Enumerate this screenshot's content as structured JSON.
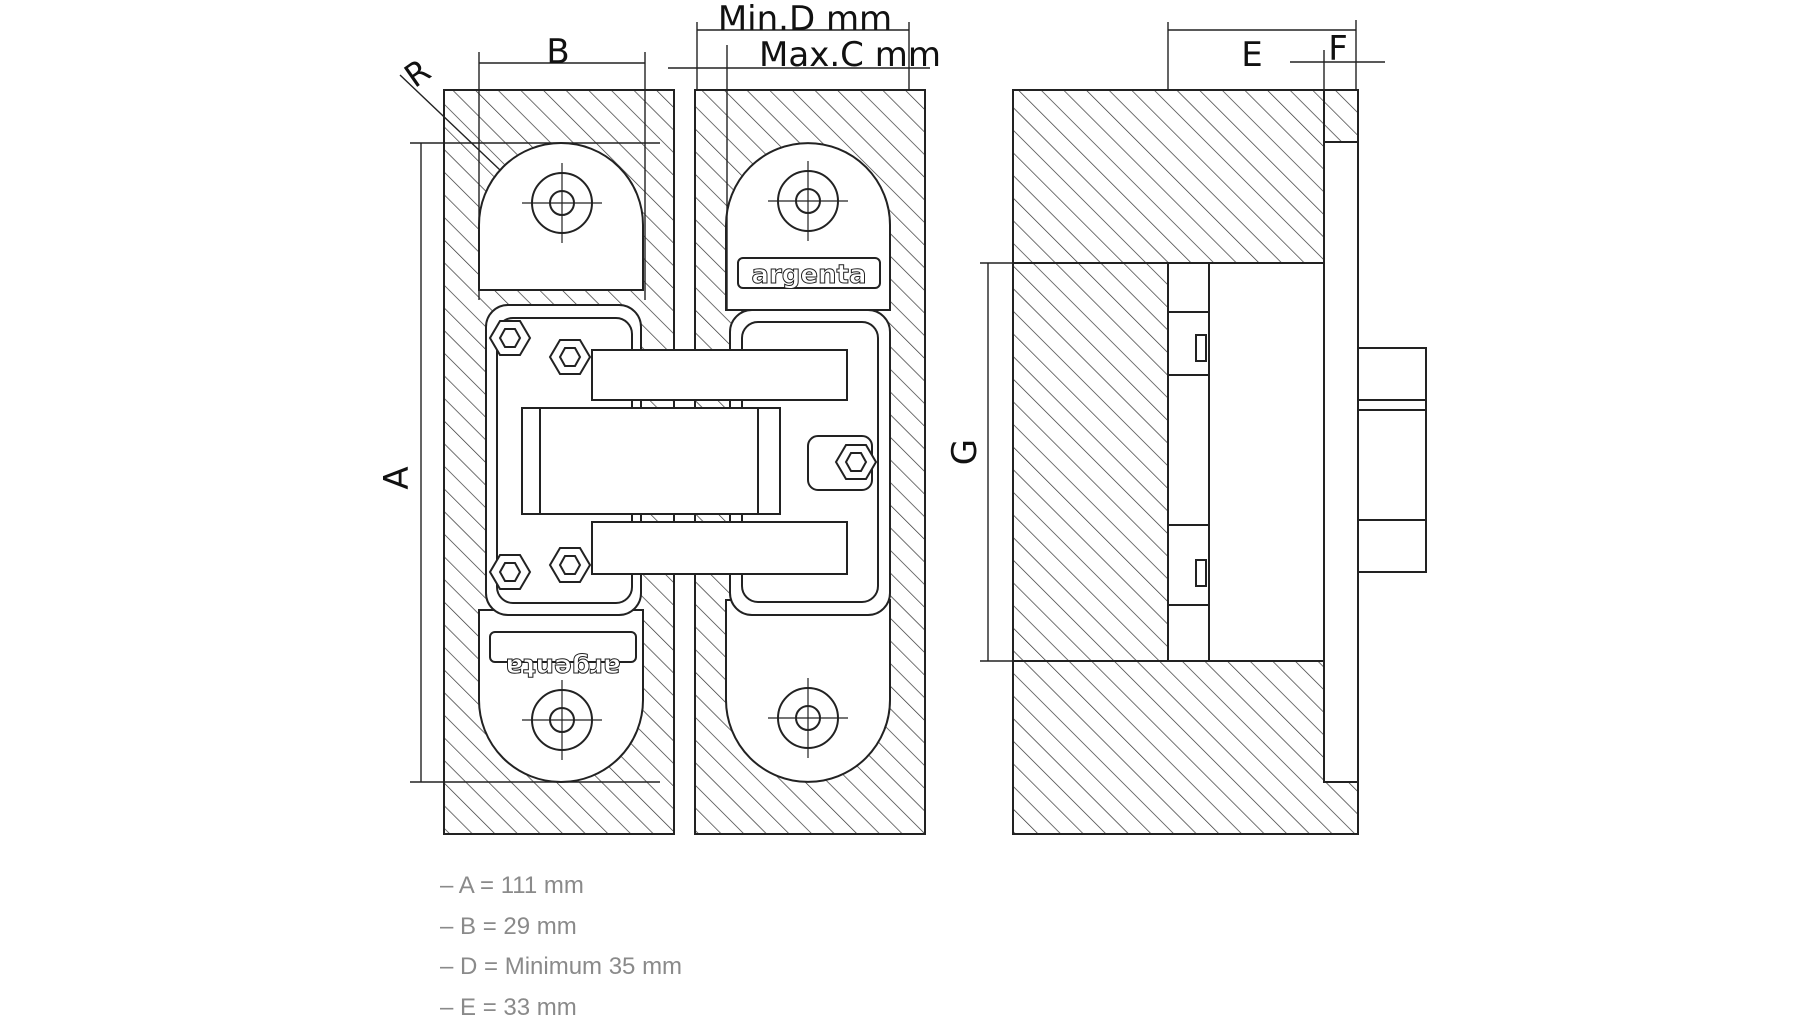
{
  "diagram": {
    "labels": {
      "b": "B",
      "r": "R",
      "a": "A",
      "min_d": "Min.D mm",
      "max_c": "Max.C mm",
      "e": "E",
      "f": "F",
      "g": "G"
    },
    "brand": "argenta",
    "colors": {
      "line": "#222222",
      "hatch": "#333333",
      "spec_text": "#8a8a8a"
    }
  },
  "specs": [
    "– A = 111 mm",
    "– B = 29 mm",
    "– D = Minimum 35 mm",
    "– E = 33 mm"
  ]
}
